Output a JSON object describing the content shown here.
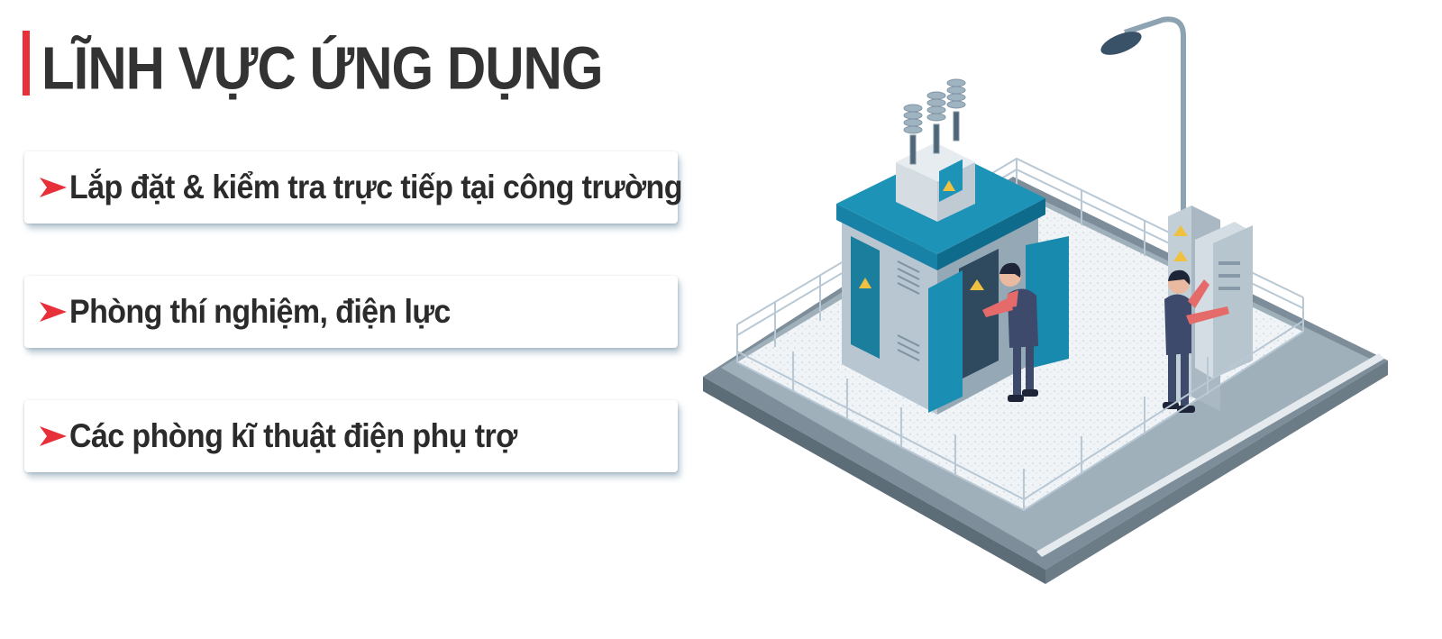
{
  "header": {
    "title": "LĨNH VỰC ỨNG DỤNG"
  },
  "applications": [
    {
      "label": "Lắp đặt & kiểm tra trực tiếp tại công trường"
    },
    {
      "label": "Phòng thí nghiệm, điện lực"
    },
    {
      "label": "Các phòng kĩ thuật điện phụ trợ"
    }
  ],
  "illustration": {
    "subject": "isometric electrical substation with two technicians"
  },
  "colors": {
    "accent_red": "#e8303a",
    "title_text": "#333333",
    "card_text": "#2b2b2b",
    "teal_roof": "#1e8fb0",
    "building_gray": "#a9b8c3",
    "platform_gray": "#7f909c",
    "worker_shirt": "#e56b6b",
    "worker_pants": "#3d4a6b"
  }
}
